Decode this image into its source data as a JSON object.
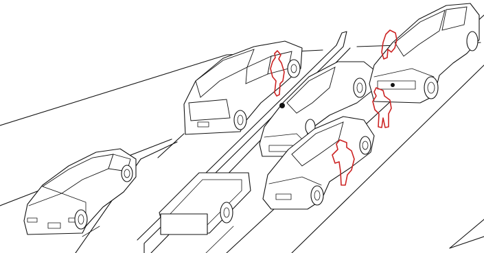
{
  "colors": {
    "background": "#ffffff",
    "line": "#111111",
    "person_outline": "#cc2222"
  },
  "scene": {
    "cars": [
      "hatchback-car",
      "wagon-car",
      "sedan-car",
      "sports-car",
      "suv",
      "open-trailer"
    ],
    "people": [
      "person-red-1",
      "person-red-2",
      "person-red-3",
      "person-red-4"
    ]
  }
}
